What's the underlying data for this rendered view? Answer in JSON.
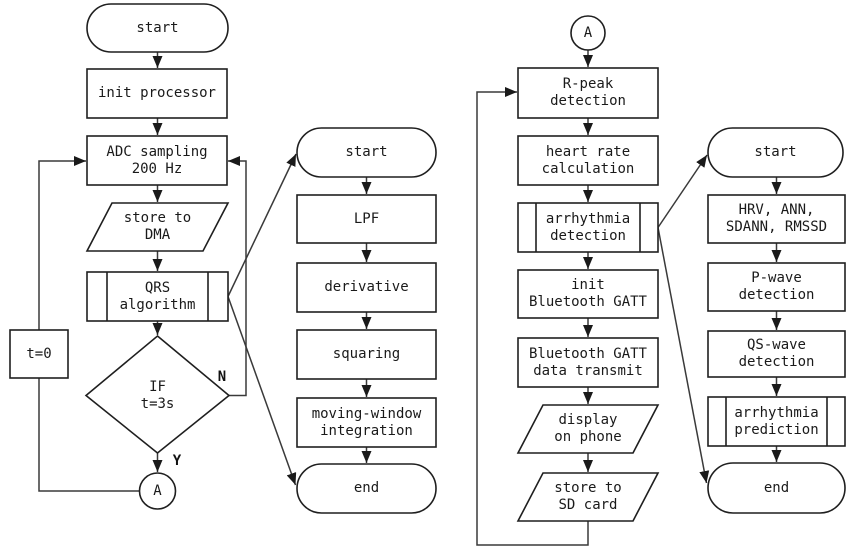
{
  "diagram_type": "flowchart",
  "colors": {
    "stroke": "#1f1f1f",
    "connector": "#3a3a3a",
    "background": "#ffffff",
    "text": "#1a1a1a"
  },
  "edge_labels": {
    "no": "N",
    "yes": "Y"
  },
  "nodes": {
    "c1_start": {
      "shape": "terminator",
      "label": "start"
    },
    "c1_init": {
      "shape": "process",
      "label": "init processor"
    },
    "c1_adc": {
      "shape": "process",
      "label": "ADC sampling\n200 Hz"
    },
    "c1_dma": {
      "shape": "data",
      "label": "store to\nDMA"
    },
    "c1_qrs": {
      "shape": "predefined-process",
      "label": "QRS\nalgorithm"
    },
    "c1_if": {
      "shape": "decision",
      "label": "IF\nt=3s"
    },
    "c1_a": {
      "shape": "connector",
      "label": "A"
    },
    "c1_t0": {
      "shape": "process",
      "label": "t=0"
    },
    "c2_start": {
      "shape": "terminator",
      "label": "start"
    },
    "c2_lpf": {
      "shape": "process",
      "label": "LPF"
    },
    "c2_deriv": {
      "shape": "process",
      "label": "derivative"
    },
    "c2_sq": {
      "shape": "process",
      "label": "squaring"
    },
    "c2_mwi": {
      "shape": "process",
      "label": "moving-window\nintegration"
    },
    "c2_end": {
      "shape": "terminator",
      "label": "end"
    },
    "c3_a": {
      "shape": "connector",
      "label": "A"
    },
    "c3_rpeak": {
      "shape": "process",
      "label": "R-peak\ndetection"
    },
    "c3_hr": {
      "shape": "process",
      "label": "heart rate\ncalculation"
    },
    "c3_arr": {
      "shape": "predefined-process",
      "label": "arrhythmia\ndetection"
    },
    "c3_btinit": {
      "shape": "process",
      "label": "init\nBluetooth GATT"
    },
    "c3_bttx": {
      "shape": "process",
      "label": "Bluetooth GATT\ndata transmit"
    },
    "c3_display": {
      "shape": "data",
      "label": "display\non phone"
    },
    "c3_sd": {
      "shape": "data",
      "label": "store to\nSD card"
    },
    "c4_start": {
      "shape": "terminator",
      "label": "start"
    },
    "c4_hrv": {
      "shape": "process",
      "label": "HRV, ANN,\nSDANN, RMSSD"
    },
    "c4_pwave": {
      "shape": "process",
      "label": "P-wave\ndetection"
    },
    "c4_qswave": {
      "shape": "process",
      "label": "QS-wave\ndetection"
    },
    "c4_arr": {
      "shape": "predefined-process",
      "label": "arrhythmia\nprediction"
    },
    "c4_end": {
      "shape": "terminator",
      "label": "end"
    }
  }
}
